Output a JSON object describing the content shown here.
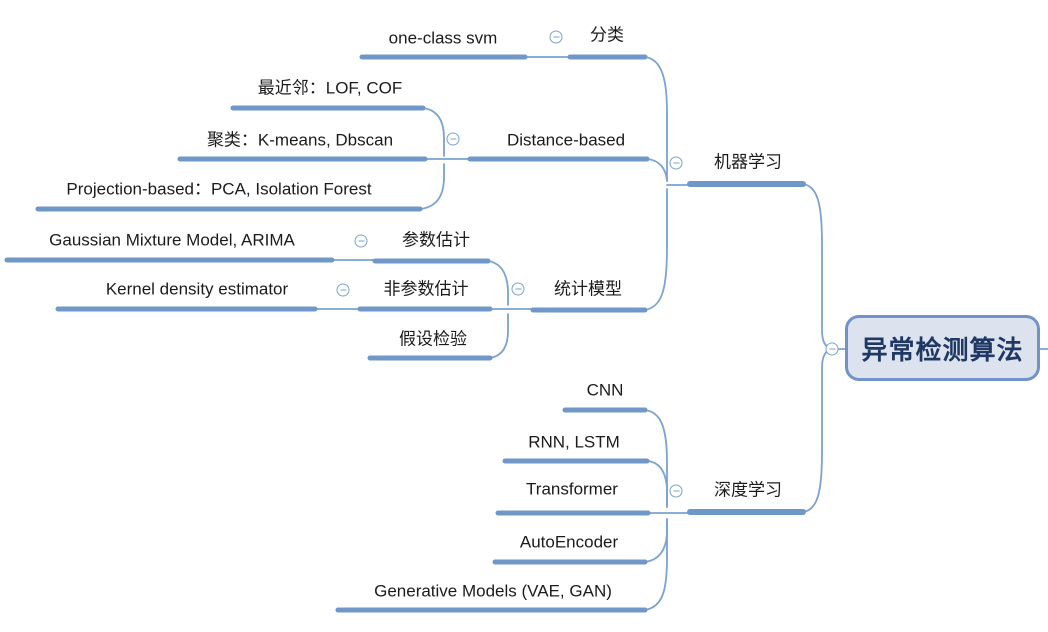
{
  "mindmap": {
    "root": {
      "label": "异常检测算法",
      "children": [
        {
          "label": "机器学习",
          "children": [
            {
              "label": "分类",
              "children": [
                {
                  "label": "one-class svm"
                }
              ]
            },
            {
              "label": "Distance-based",
              "children": [
                {
                  "label": "最近邻：LOF, COF"
                },
                {
                  "label": "聚类：K-means, Dbscan"
                },
                {
                  "label": "Projection-based：PCA, Isolation Forest"
                }
              ]
            },
            {
              "label": "统计模型",
              "children": [
                {
                  "label": "参数估计",
                  "children": [
                    {
                      "label": "Gaussian Mixture Model, ARIMA"
                    }
                  ]
                },
                {
                  "label": "非参数估计",
                  "children": [
                    {
                      "label": "Kernel density estimator"
                    }
                  ]
                },
                {
                  "label": "假设检验"
                }
              ]
            }
          ]
        },
        {
          "label": "深度学习",
          "children": [
            {
              "label": "CNN"
            },
            {
              "label": "RNN, LSTM"
            },
            {
              "label": "Transformer"
            },
            {
              "label": "AutoEncoder"
            },
            {
              "label": "Generative Models (VAE, GAN)"
            }
          ]
        }
      ]
    },
    "icons": {
      "collapse_icon": "minus-circle"
    },
    "colors": {
      "background": "#FFFFFF",
      "branch_underline": "#6F97C8",
      "connector_line": "#7BA2D0",
      "root_fill": "#DCE3EE",
      "root_border": "#7193C7",
      "root_text": "#1F3864",
      "node_text": "#1B1B1B"
    }
  }
}
